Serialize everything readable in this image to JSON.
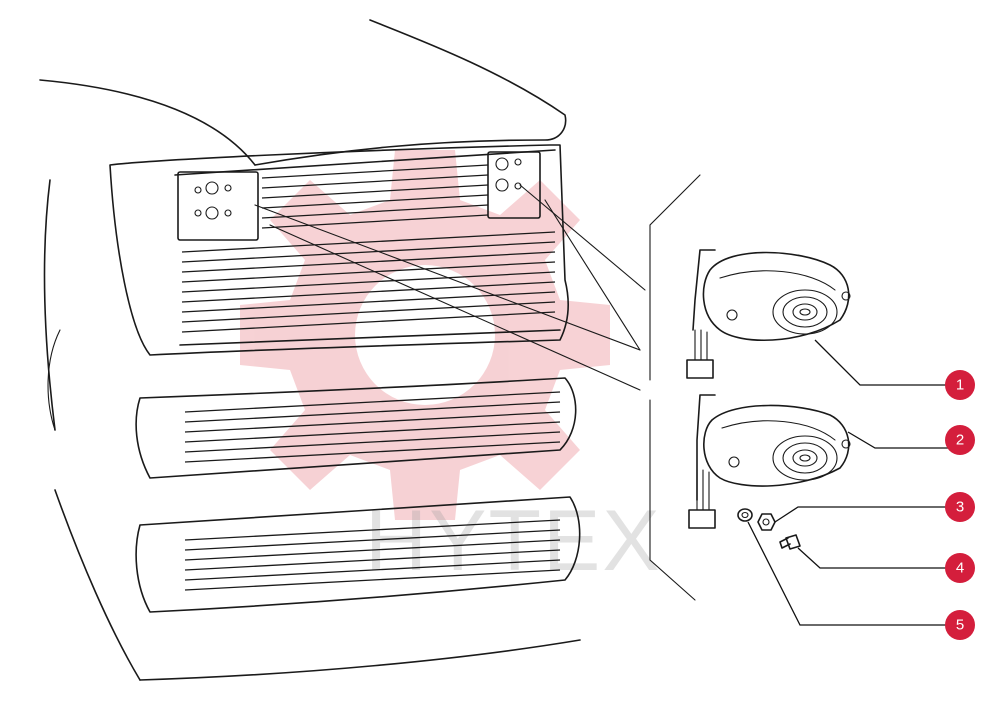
{
  "watermark": {
    "text": "HYTEX",
    "color": "#d9313f"
  },
  "callouts": [
    {
      "label": "1"
    },
    {
      "label": "2"
    },
    {
      "label": "3"
    },
    {
      "label": "4"
    },
    {
      "label": "5"
    }
  ],
  "colors": {
    "callout": "#d41e3c",
    "linework": "#1a1a1a"
  }
}
